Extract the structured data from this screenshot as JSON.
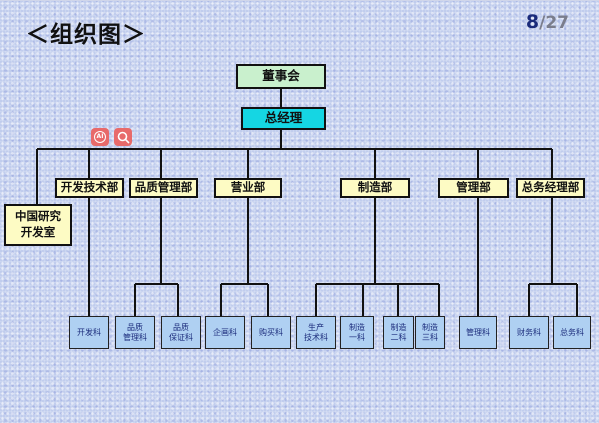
{
  "slide": {
    "title": "＜组织图＞",
    "page_current": "8",
    "page_total": "/27"
  },
  "toolbar": {
    "ai_label": "AI"
  },
  "org": {
    "board": "董事会",
    "general_manager": "总经理",
    "lab_line1": "中国研究",
    "lab_line2": "开发室",
    "departments": {
      "dev": "开发技术部",
      "quality": "品质管理部",
      "sales": "营业部",
      "manufacturing": "制造部",
      "management": "管理部",
      "general_affairs": "总务经理部"
    },
    "sections": {
      "dev": "开发科",
      "qm_line1": "品质",
      "qm_line2": "管理科",
      "qa_line1": "品质",
      "qa_line2": "保证科",
      "planning": "企画科",
      "purchasing": "购买科",
      "prodtech_line1": "生产",
      "prodtech_line2": "技术科",
      "mfg1_line1": "制造",
      "mfg1_line2": "一科",
      "mfg2_line1": "制造",
      "mfg2_line2": "二科",
      "mfg3_line1": "制造",
      "mfg3_line2": "三科",
      "management": "管理科",
      "finance": "财务科",
      "general_affairs": "总务科"
    }
  },
  "colors": {
    "board_fill": "#c9f0cd",
    "gm_fill": "#15d6e3",
    "dept_fill": "#fdfbc4",
    "section_fill": "#afd0f2",
    "section_text": "#1c2c7c",
    "toolbar_button": "#e86a6a"
  }
}
